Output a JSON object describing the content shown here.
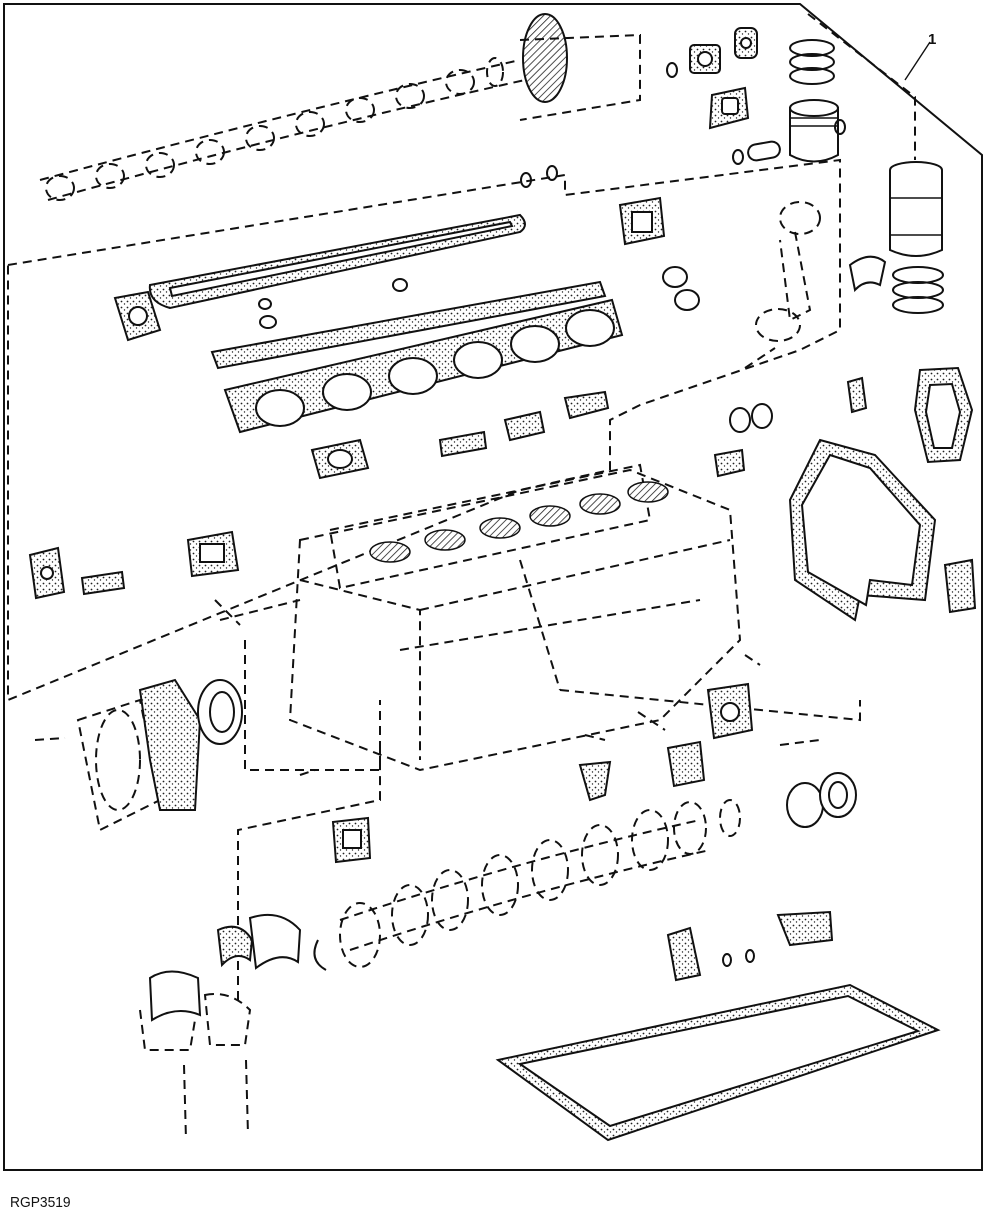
{
  "figure": {
    "callouts": [
      {
        "id": "1",
        "text": "1"
      }
    ],
    "figure_code": "RGP3519"
  }
}
